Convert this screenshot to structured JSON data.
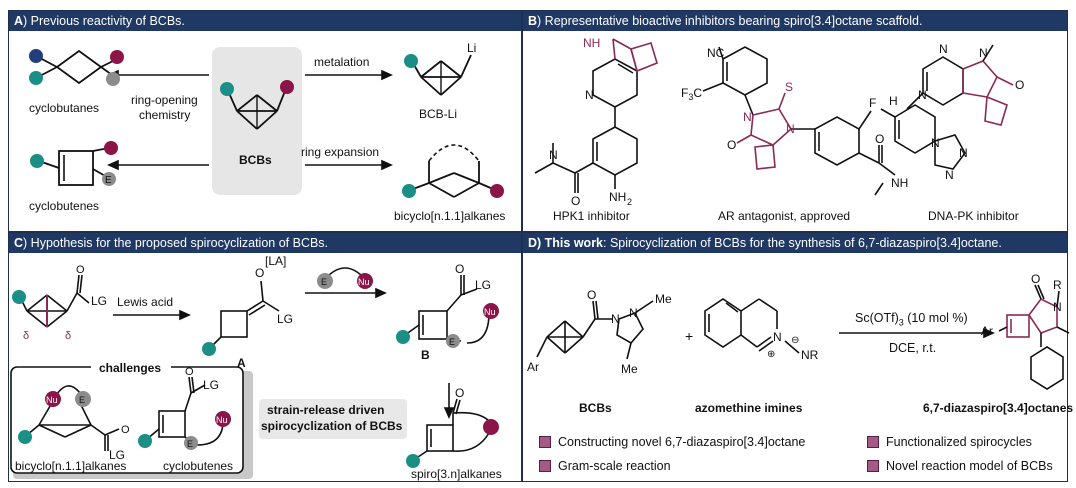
{
  "panels": {
    "a": {
      "letter": "A",
      "title": ") Previous reactivity of BCBs."
    },
    "b": {
      "letter": "B",
      "title": ") Representative bioactive inhibitors bearing spiro[3.4]octane scaffold."
    },
    "c": {
      "letter": "C",
      "title": ") Hypothesis for the proposed spirocyclization of BCBs."
    },
    "d": {
      "letter": "D) This work",
      "title": ": Spirocyclization of BCBs for the  synthesis of 6,7-diazaspiro[3.4]octane."
    }
  },
  "panel_a": {
    "cyclobutanes": "cyclobutanes",
    "ring_opening_1": "ring-opening",
    "ring_opening_2": "chemistry",
    "cyclobutenes": "cyclobutenes",
    "bcbs": "BCBs",
    "metalation": "metalation",
    "ring_expansion": "ring expansion",
    "bcb_li": "BCB-Li",
    "li": "Li",
    "bicyclo": "bicyclo[n.1.1]alkanes",
    "e": "E"
  },
  "panel_b": {
    "hpk1": "HPK1 inhibitor",
    "ar": "AR antagonist, approved",
    "dnapk": "DNA-PK inhibitor",
    "nh": "NH",
    "n": "N",
    "nh2": "NH",
    "two": "2",
    "o": "O",
    "s": "S",
    "f": "F",
    "nc": "NC",
    "f3c": "F",
    "f3c_sub": "3",
    "f3c_c": "C",
    "h": "H"
  },
  "panel_c": {
    "lg": "LG",
    "lewis_acid": "Lewis acid",
    "la": "[LA]",
    "o": "O",
    "a": "A",
    "b": "B",
    "e": "E",
    "nu": "Nu",
    "delta_plus": "δ",
    "delta_minus": "δ",
    "challenges": "challenges",
    "bicyclo": "bicyclo[n.1.1]alkanes",
    "cyclobutenes": "cyclobutenes",
    "strain_1": "strain-release driven",
    "strain_2": "spirocyclization of BCBs",
    "spiro": "spiro[3.n]alkanes"
  },
  "panel_d": {
    "o": "O",
    "n": "N",
    "me": "Me",
    "ar": "Ar",
    "plus": "+",
    "nr": "NR",
    "r": "R",
    "condition_1": "Sc(OTf)",
    "condition_1_sub": "3",
    "condition_1_tail": " (10 mol %)",
    "condition_2": "DCE, r.t.",
    "bcbs": "BCBs",
    "azomethine": "azomethine imines",
    "product": "6,7-diazaspiro[3.4]octanes",
    "legend": [
      "Constructing novel 6,7-diazaspiro[3.4]octane",
      "Gram-scale reaction",
      "Functionalized spirocycles",
      "Novel reaction model of BCBs"
    ]
  },
  "colors": {
    "header": "#1f3864",
    "teal": "#1b8f86",
    "maroon": "#8b1548",
    "navy": "#233d7a",
    "gray": "#8c8c8c",
    "bond_red": "#8b2a55"
  }
}
